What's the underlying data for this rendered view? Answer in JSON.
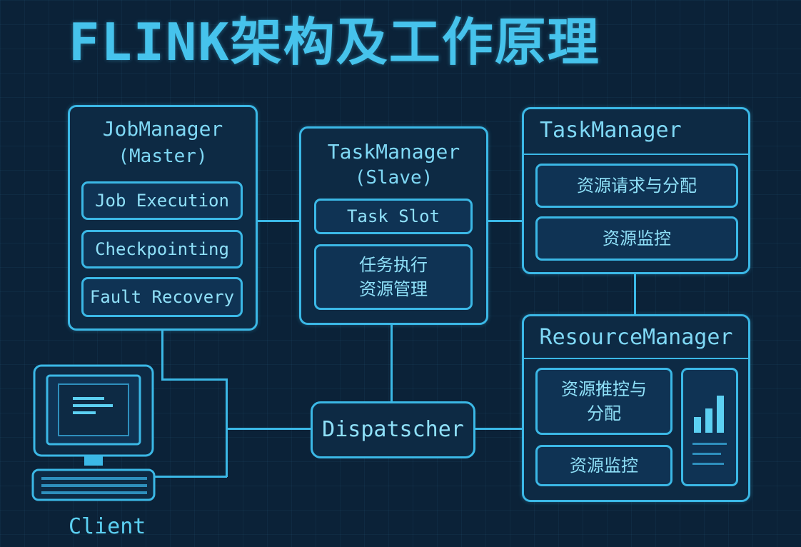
{
  "title": "FLINK架构及工作原理",
  "job_manager": {
    "title": "JobManager",
    "subtitle": "(Master)",
    "items": [
      "Job Execution",
      "Checkpointing",
      "Fault Recovery"
    ]
  },
  "task_manager_slave": {
    "title": "TaskManager",
    "subtitle": "(Slave)",
    "items": [
      "Task Slot",
      "任务执行\n资源管理"
    ]
  },
  "task_manager_right": {
    "title": "TaskManager",
    "items": [
      "资源请求与分配",
      "资源监控"
    ]
  },
  "resource_manager": {
    "title": "ResourceManager",
    "items": [
      "资源推控与\n分配",
      "资源监控"
    ]
  },
  "dispatcher": {
    "label": "Dispatscher"
  },
  "client": {
    "label": "Client"
  },
  "colors": {
    "accent": "#3bb8e6",
    "background": "#0b2238",
    "text": "#7fd8f5"
  }
}
